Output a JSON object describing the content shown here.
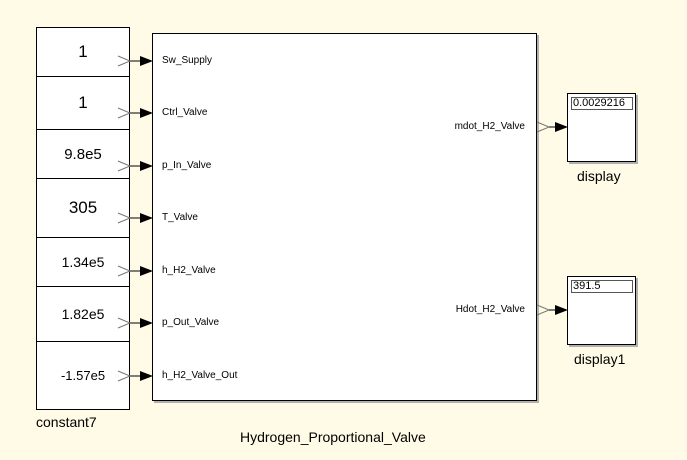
{
  "constant_block": {
    "name": "constant7",
    "values": [
      "1",
      "1",
      "9.8e5",
      "305",
      "1.34e5",
      "1.82e5",
      "-1.57e5"
    ]
  },
  "valve_block": {
    "name": "Hydrogen_Proportional_Valve",
    "inputs": [
      "Sw_Supply",
      "Ctrl_Valve",
      "p_In_Valve",
      "T_Valve",
      "h_H2_Valve",
      "p_Out_Valve",
      "h_H2_Valve_Out"
    ],
    "outputs": [
      "mdot_H2_Valve",
      "Hdot_H2_Valve"
    ]
  },
  "displays": [
    {
      "name": "display",
      "value": "0.0029216"
    },
    {
      "name": "display1",
      "value": "391.5"
    }
  ]
}
